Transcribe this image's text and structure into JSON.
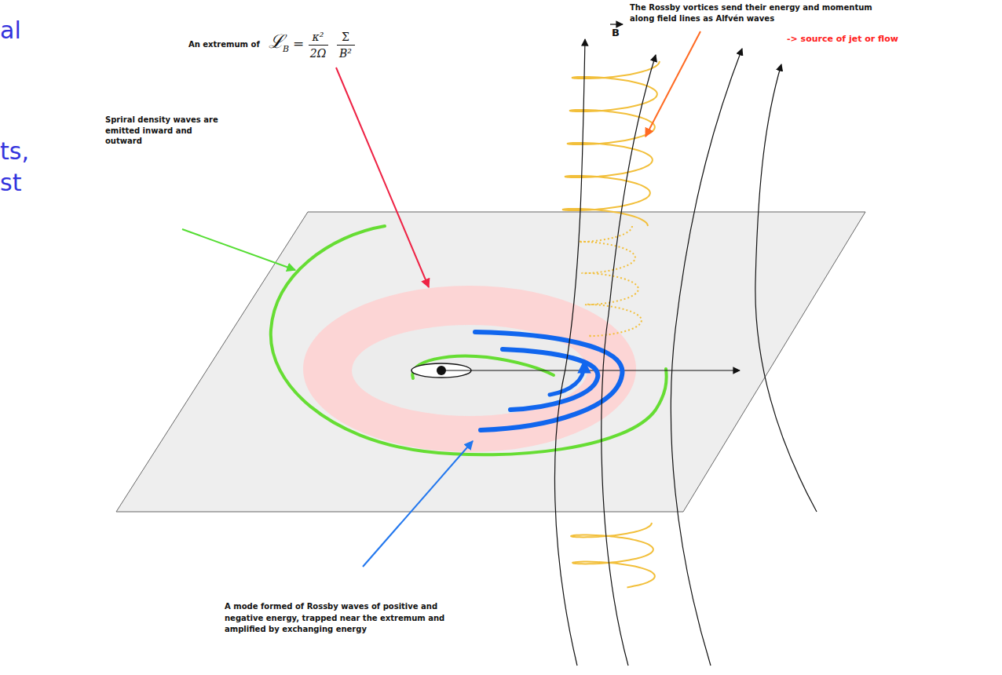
{
  "diagram": {
    "labels": [
      "al",
      "ts,",
      "st",
      "An extremum of",
      "ℒ",
      "B",
      "=",
      "κ²",
      "2Ω",
      "Σ",
      "B²",
      "The Rossby vortices send their energy and momentum along field lines as Alfvén waves",
      "B",
      "-> source of jet or flow",
      "Spriral density waves are emitted inward and outward",
      "A mode formed of Rossby waves of positive and negative energy, trapped near the extremum and amplified by exchanging energy"
    ]
  }
}
